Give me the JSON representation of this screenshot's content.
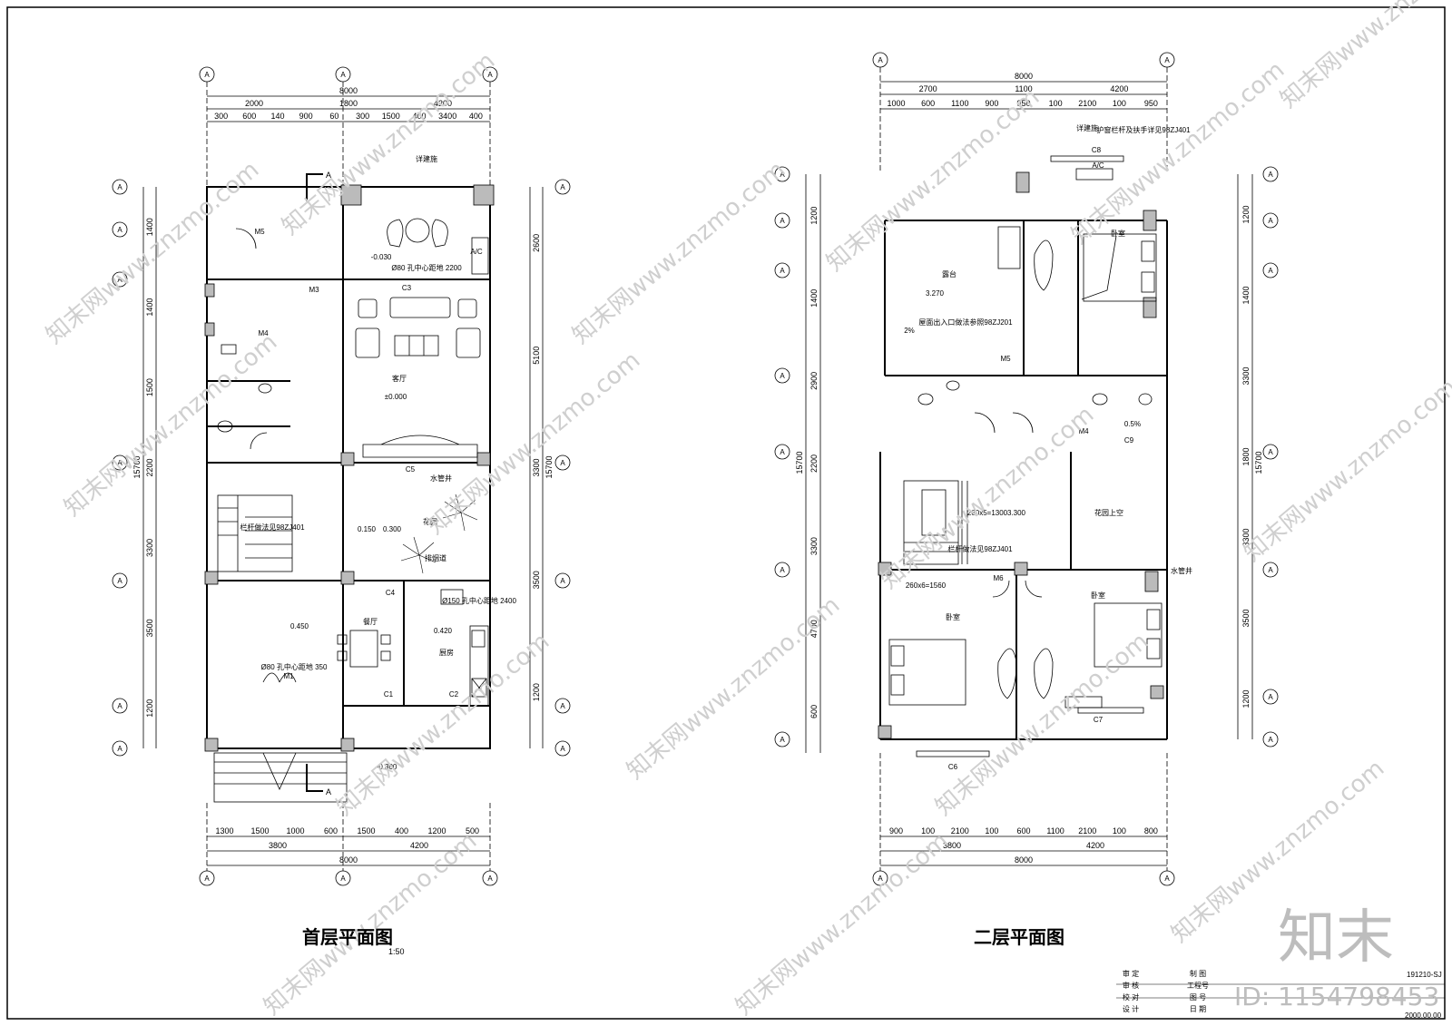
{
  "plans": [
    {
      "title": "首层平面图",
      "scale": "1:50",
      "overall_width": "8000",
      "overall_depth": "15700",
      "top_dims_1": [
        "2000",
        "1800",
        "4200"
      ],
      "top_dims_2": [
        "300",
        "600",
        "140",
        "900",
        "60",
        "300",
        "1500",
        "400",
        "3400",
        "400"
      ],
      "bottom_dims_1": [
        "1300",
        "1500",
        "1000",
        "600",
        "1500",
        "400",
        "1200",
        "500"
      ],
      "bottom_dims_2": [
        "3800",
        "4200"
      ],
      "left_dims": [
        "1400",
        "1400",
        "1500",
        "2200",
        "3300",
        "3500",
        "1200"
      ],
      "right_dims": [
        "2600",
        "5100",
        "3300",
        "3500",
        "1200"
      ],
      "rooms": [
        "客厅",
        "花园",
        "餐厅",
        "厨房"
      ],
      "notes": [
        "详建施",
        "Ø80 孔中心距地 2200",
        "C3",
        "C5",
        "C4",
        "C1",
        "C2",
        "M1",
        "M3",
        "M4",
        "M5",
        "A/C",
        "栏杆做法见98ZJ401",
        "Ø150 孔中心距地 2400",
        "Ø80 孔中心距地 350",
        "±0.000",
        "-0.030",
        "0.450",
        "0.420",
        "-0.300",
        "0.150",
        "0.300",
        "水管井",
        "排烟道"
      ]
    },
    {
      "title": "二层平面图",
      "overall_width": "8000",
      "overall_depth": "15700",
      "top_dims_1": [
        "2700",
        "1100",
        "4200"
      ],
      "top_dims_2": [
        "1000",
        "600",
        "1100",
        "900",
        "950",
        "100",
        "2100",
        "100",
        "950"
      ],
      "bottom_dims_1": [
        "900",
        "100",
        "2100",
        "100",
        "600",
        "1100",
        "2100",
        "100",
        "800"
      ],
      "bottom_dims_2": [
        "3800",
        "4200"
      ],
      "left_dims": [
        "1200",
        "1400",
        "2900",
        "2200",
        "3300",
        "4700",
        "600"
      ],
      "right_dims": [
        "1200",
        "1400",
        "3300",
        "1800",
        "3300",
        "3500",
        "1200"
      ],
      "rooms": [
        "露台",
        "卧室",
        "卧室",
        "花园上空",
        "卧室"
      ],
      "notes": [
        "C8",
        "C6",
        "C7",
        "C9",
        "M4",
        "M5",
        "M6",
        "A/C",
        "3.270",
        "3.300",
        "2%",
        "0.5%",
        "屋面出入口做法参照98ZJ201",
        "栏杆做法见98ZJ401",
        "护窗栏杆及扶手详见98ZJ401",
        "260x6=1560",
        "260x5=1300",
        "水管井",
        "详建施"
      ]
    }
  ],
  "axis_tag": "A",
  "section_tag": "A",
  "watermark": "知末网www.znzmo.com",
  "brand": {
    "logo": "知末",
    "id_label": "ID: 1154798453"
  },
  "title_block": {
    "project_no": "191210-SJ",
    "date": "2000.00.00",
    "fields": [
      "审 定",
      "审 核",
      "校 对",
      "设 计",
      "制 图",
      "工程号",
      "图 号",
      "日 期"
    ]
  }
}
